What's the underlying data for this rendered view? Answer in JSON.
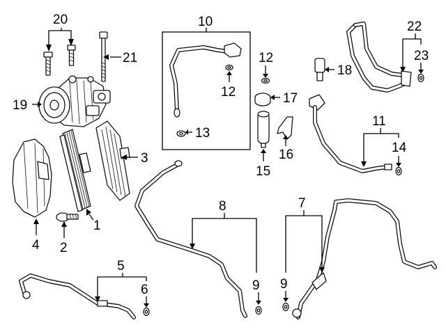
{
  "callouts": {
    "c1": "1",
    "c2": "2",
    "c3": "3",
    "c4": "4",
    "c5": "5",
    "c6": "6",
    "c7": "7",
    "c8": "8",
    "c9a": "9",
    "c9b": "9",
    "c10": "10",
    "c11": "11",
    "c12a": "12",
    "c12b": "12",
    "c13": "13",
    "c14": "14",
    "c15": "15",
    "c16": "16",
    "c17": "17",
    "c18": "18",
    "c19": "19",
    "c20": "20",
    "c21": "21",
    "c22": "22",
    "c23": "23"
  }
}
